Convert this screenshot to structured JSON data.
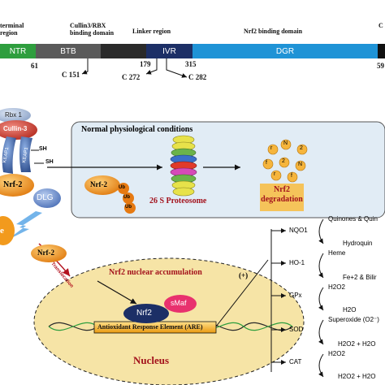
{
  "domain_header": {
    "ntr_header": "terminal\nregion",
    "btb_header": "Cullin3/RBX\nbinding domain",
    "linker_header": "Linker region",
    "dgr_header": "Nrf2 binding domain",
    "ctr_header": "C"
  },
  "domains": {
    "ntr": "NTR",
    "btb": "BTB",
    "ivr": "IVR",
    "dgr": "DGR"
  },
  "positions": {
    "p61": "61",
    "p179": "179",
    "p315": "315",
    "p_end": "59"
  },
  "cysteines": {
    "c151": "C 151",
    "c272": "C 272",
    "c282": "C 282"
  },
  "complex": {
    "rbx1": "Rbx 1",
    "cullin3": "Cullin-3",
    "keap1_a": "KEAP1",
    "keap1_b": "KEAP1",
    "sh1": "SH",
    "sh2": "SH",
    "nrf2": "Nrf-2",
    "dlg": "DLG",
    "stress": "e"
  },
  "normal_box": {
    "title": "Normal physiological conditions",
    "nrf2": "Nrf-2",
    "ub1": "Ub",
    "ub2": "Ub",
    "ub3": "Ub",
    "proteasome": "26 S Proteosome",
    "degradation": "Nrf2\ndegradation",
    "fragments": [
      "r",
      "N",
      "2",
      "f",
      "2",
      "N",
      "r",
      "f"
    ]
  },
  "translocation": {
    "nrf2": "Nrf-2",
    "label": "Translocation"
  },
  "nucleus": {
    "accumulation": "Nrf2 nuclear accumulation",
    "smaf": "sMaf",
    "nrf2": "Nrf2",
    "are": "Antioxidant Response Element (ARE)",
    "label": "Nucleus",
    "plus": "(+)"
  },
  "genes": [
    {
      "name": "NQO1",
      "sub": "Quinones & Quin",
      "product": "Hydroquin"
    },
    {
      "name": "HO-1",
      "sub": "Heme",
      "product": "Fe+2 & Bilir"
    },
    {
      "name": "GPx",
      "sub": "H2O2",
      "product": "H2O"
    },
    {
      "name": "SOD",
      "sub": "Superoxide (O2⁻)",
      "product": "H2O2 + H2O"
    },
    {
      "name": "CAT",
      "sub": "H2O2",
      "product": "H2O2 + H2O"
    }
  ],
  "colors": {
    "ntr": "#2e9e3e",
    "btb": "#5a5a5a",
    "linker": "#2a2a2a",
    "ivr": "#1c2f66",
    "dgr": "#1f93d6",
    "ctr": "#111111",
    "box_bg": "#e1ecf5",
    "nucleus": "#f6e4a6",
    "are_fill": "#f5b321",
    "nrf2_orange": "#f29a1d",
    "dlg_blue": "#6a8fd0"
  }
}
